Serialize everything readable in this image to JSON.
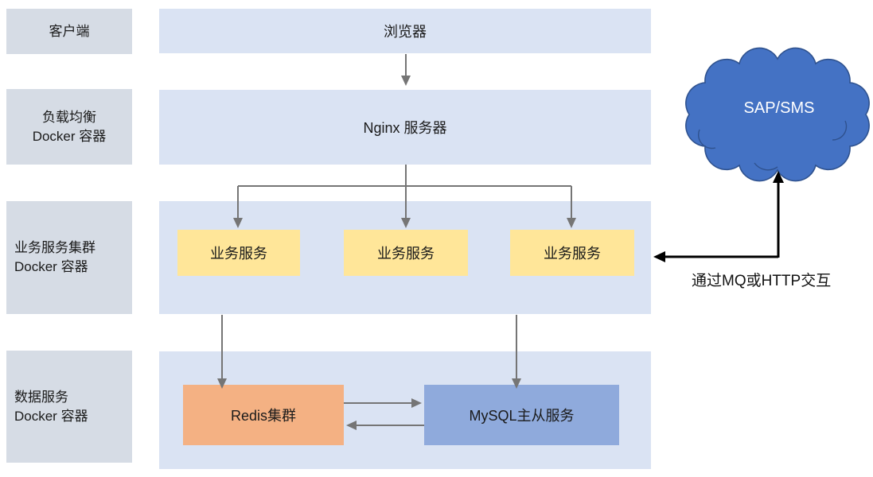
{
  "diagram": {
    "sidebar": {
      "labels": [
        {
          "text": "客户端"
        },
        {
          "text": "负载均衡\nDocker 容器"
        },
        {
          "text": "业务服务集群\nDocker 容器"
        },
        {
          "text": "数据服务\nDocker 容器"
        }
      ]
    },
    "nodes": {
      "browser": {
        "label": "浏览器"
      },
      "nginx": {
        "label": "Nginx 服务器"
      },
      "services": [
        {
          "label": "业务服务"
        },
        {
          "label": "业务服务"
        },
        {
          "label": "业务服务"
        }
      ],
      "redis": {
        "label": "Redis集群"
      },
      "mysql": {
        "label": "MySQL主从服务"
      },
      "cloud": {
        "label": "SAP/SMS"
      }
    },
    "annotations": {
      "mq_http": "通过MQ或HTTP交互"
    },
    "colors": {
      "lane_band": "#dae3f3",
      "sidebar_box": "#d6dce5",
      "service_box": "#ffe699",
      "redis_box": "#f4b183",
      "mysql_box": "#8faadc",
      "cloud_fill": "#4472c4",
      "cloud_stroke": "#2f528f",
      "arrow_grey": "#757575",
      "arrow_black": "#000000"
    }
  }
}
